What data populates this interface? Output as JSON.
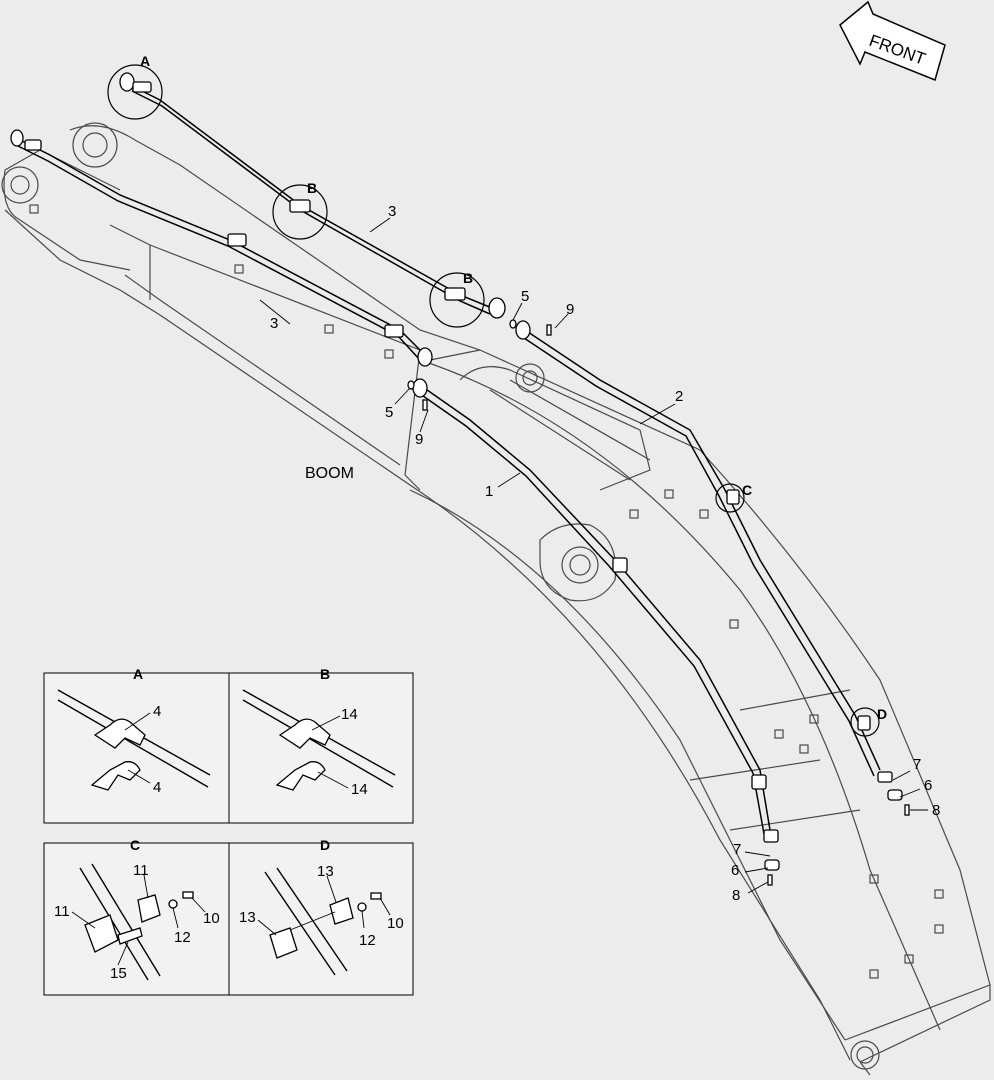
{
  "diagram": {
    "front_label": "FRONT",
    "boom_label": "BOOM",
    "callouts": {
      "a": "A",
      "b1": "B",
      "b2": "B",
      "c": "C",
      "d": "D"
    },
    "part_numbers": {
      "p1": "1",
      "p2": "2",
      "p3a": "3",
      "p3b": "3",
      "p5a": "5",
      "p5b": "5",
      "p9a": "9",
      "p9b": "9",
      "p7a": "7",
      "p6a": "6",
      "p8a": "8",
      "p7b": "7",
      "p6b": "6",
      "p8b": "8"
    }
  },
  "detail_panels": {
    "a": {
      "title": "A",
      "labels": [
        "4",
        "4"
      ]
    },
    "b": {
      "title": "B",
      "labels": [
        "14",
        "14"
      ]
    },
    "c": {
      "title": "C",
      "labels": [
        "11",
        "11",
        "10",
        "12",
        "15"
      ]
    },
    "d": {
      "title": "D",
      "labels": [
        "13",
        "13",
        "10",
        "12"
      ]
    }
  },
  "colors": {
    "background": "#ececec",
    "line": "#000000",
    "boom_line": "#4a4a4a"
  }
}
